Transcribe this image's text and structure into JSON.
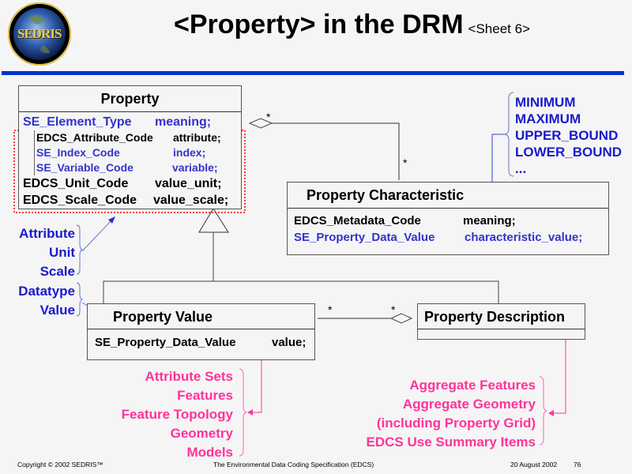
{
  "header": {
    "logo_text": "SEDRIS",
    "title": "<Property> in the DRM",
    "sheet": "<Sheet 6>"
  },
  "colors": {
    "rule": "#0033cc",
    "attribute_blue": "#3333cc",
    "annotation_blue": "#1a1acc",
    "annotation_pink": "#ff3399",
    "highlight_red": "#ff0000"
  },
  "classes": {
    "property": {
      "name": "Property",
      "fields": [
        {
          "type": "SE_Element_Type",
          "name": "meaning;",
          "color": "blue"
        },
        {
          "type": "EDCS_Attribute_Code",
          "name": "attribute;",
          "color": "black"
        },
        {
          "type": "SE_Index_Code",
          "name": "index;",
          "color": "blue"
        },
        {
          "type": "SE_Variable_Code",
          "name": "variable;",
          "color": "blue"
        },
        {
          "type": "EDCS_Unit_Code",
          "name": "value_unit;",
          "color": "black"
        },
        {
          "type": "EDCS_Scale_Code",
          "name": "value_scale;",
          "color": "black"
        }
      ]
    },
    "property_characteristic": {
      "name": "Property Characteristic",
      "fields": [
        {
          "type": "EDCS_Metadata_Code",
          "name": "meaning;",
          "color": "black"
        },
        {
          "type": "SE_Property_Data_Value",
          "name": "characteristic_value;",
          "color": "blue"
        }
      ]
    },
    "property_value": {
      "name": "Property Value",
      "fields": [
        {
          "type": "SE_Property_Data_Value",
          "name": "value;",
          "color": "black"
        }
      ]
    },
    "property_description": {
      "name": "Property Description",
      "fields": []
    }
  },
  "associations": {
    "property_to_characteristic": {
      "source_multiplicity": "*",
      "target_multiplicity": "*"
    },
    "value_to_description": {
      "source_multiplicity": "*",
      "target_multiplicity": "*"
    }
  },
  "annotations": {
    "characteristic_kinds": [
      "MINIMUM",
      "MAXIMUM",
      "UPPER_BOUND",
      "LOWER_BOUND",
      "..."
    ],
    "property_fields_group": [
      "Attribute",
      "Unit",
      "Scale"
    ],
    "value_group": [
      "Datatype",
      "Value"
    ],
    "property_value_users": [
      "Attribute Sets",
      "Features",
      "Feature Topology",
      "Geometry",
      "Models"
    ],
    "property_description_users": [
      "Aggregate Features",
      "Aggregate Geometry",
      "(including Property Grid)",
      "EDCS Use Summary Items"
    ]
  },
  "footer": {
    "copyright": "Copyright © 2002 SEDRIS™",
    "doc_title": "The Environmental Data Coding Specification (EDCS)",
    "date": "20 August 2002",
    "page": "76"
  }
}
